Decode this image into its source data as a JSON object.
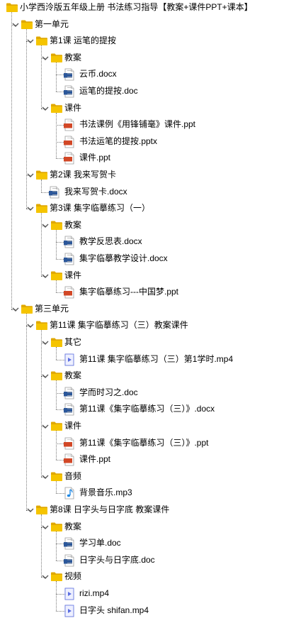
{
  "tree": [
    {
      "text": "小学西泠版五年级上册 书法练习指导【教案+课件PPT+课本】",
      "type": "folder",
      "level": 0,
      "expanded": true
    },
    {
      "text": "第一单元",
      "type": "folder",
      "level": 1,
      "expanded": true
    },
    {
      "text": "第1课 运笔的提按",
      "type": "folder",
      "level": 2,
      "expanded": true
    },
    {
      "text": "教案",
      "type": "folder",
      "level": 3,
      "expanded": true
    },
    {
      "text": "云币.docx",
      "type": "doc",
      "level": 4
    },
    {
      "text": "运笔的提按.doc",
      "type": "doc",
      "level": 4
    },
    {
      "text": "课件",
      "type": "folder",
      "level": 3,
      "expanded": true
    },
    {
      "text": "书法课例《用锋铺毫》课件.ppt",
      "type": "ppt",
      "level": 4
    },
    {
      "text": "书法运笔的提按.pptx",
      "type": "ppt",
      "level": 4
    },
    {
      "text": "课件.ppt",
      "type": "ppt",
      "level": 4
    },
    {
      "text": "第2课 我来写贺卡",
      "type": "folder",
      "level": 2,
      "expanded": true
    },
    {
      "text": "我来写贺卡.docx",
      "type": "doc",
      "level": 3
    },
    {
      "text": "第3课 集字临摹练习（一）",
      "type": "folder",
      "level": 2,
      "expanded": true
    },
    {
      "text": "教案",
      "type": "folder",
      "level": 3,
      "expanded": true
    },
    {
      "text": "教学反思表.docx",
      "type": "doc",
      "level": 4
    },
    {
      "text": "集字临摹教学设计.docx",
      "type": "doc",
      "level": 4
    },
    {
      "text": "课件",
      "type": "folder",
      "level": 3,
      "expanded": true
    },
    {
      "text": "集字临摹练习---中国梦.ppt",
      "type": "ppt",
      "level": 4
    },
    {
      "text": "第三单元",
      "type": "folder",
      "level": 1,
      "expanded": true
    },
    {
      "text": "第11课 集字临摹练习（三）教案课件",
      "type": "folder",
      "level": 2,
      "expanded": true
    },
    {
      "text": "其它",
      "type": "folder",
      "level": 3,
      "expanded": true
    },
    {
      "text": "第11课 集字临摹练习（三）第1学时.mp4",
      "type": "video",
      "level": 4
    },
    {
      "text": "教案",
      "type": "folder",
      "level": 3,
      "expanded": true
    },
    {
      "text": "学而时习之.doc",
      "type": "doc",
      "level": 4
    },
    {
      "text": "第11课《集字临摹练习（三）》.docx",
      "type": "doc",
      "level": 4
    },
    {
      "text": "课件",
      "type": "folder",
      "level": 3,
      "expanded": true
    },
    {
      "text": "第11课《集字临摹练习（三）》.ppt",
      "type": "ppt",
      "level": 4
    },
    {
      "text": "课件.ppt",
      "type": "ppt",
      "level": 4
    },
    {
      "text": "音频",
      "type": "folder",
      "level": 3,
      "expanded": true
    },
    {
      "text": "背景音乐.mp3",
      "type": "audio",
      "level": 4
    },
    {
      "text": "第8课 日字头与日字底 教案课件",
      "type": "folder",
      "level": 2,
      "expanded": true
    },
    {
      "text": "教案",
      "type": "folder",
      "level": 3,
      "expanded": true
    },
    {
      "text": "学习单.doc",
      "type": "doc",
      "level": 4
    },
    {
      "text": "日字头与日字底.doc",
      "type": "doc",
      "level": 4
    },
    {
      "text": "视频",
      "type": "folder",
      "level": 3,
      "expanded": true
    },
    {
      "text": "rizi.mp4",
      "type": "video",
      "level": 4
    },
    {
      "text": "日字头 shifan.mp4",
      "type": "video",
      "level": 4
    }
  ],
  "colors": {
    "folder": "#f5c400",
    "folder_dark": "#e0a800",
    "doc": "#2b579a",
    "ppt": "#d24726",
    "video": "#5b6ee1",
    "audio": "#1e88e5",
    "chevron": "#555555"
  }
}
